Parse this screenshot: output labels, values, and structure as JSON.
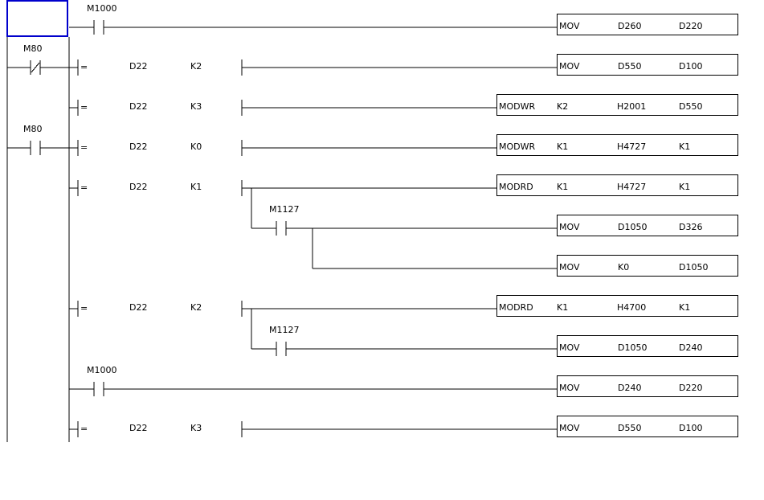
{
  "rungs": [
    {
      "contact": {
        "type": "NO",
        "device": "M1000"
      },
      "instr": {
        "op": "MOV",
        "args": [
          "D260",
          "D220"
        ]
      }
    },
    {
      "contact": {
        "type": "NC",
        "device": "M80"
      },
      "compare": {
        "op": "=",
        "a": "D22",
        "b": "K2"
      },
      "instr": {
        "op": "MOV",
        "args": [
          "D550",
          "D100"
        ]
      }
    },
    {
      "compare": {
        "op": "=",
        "a": "D22",
        "b": "K3"
      },
      "instr": {
        "op": "MODWR",
        "args": [
          "K2",
          "H2001",
          "D550"
        ]
      }
    },
    {
      "contact": {
        "type": "NO",
        "device": "M80"
      },
      "compare": {
        "op": "=",
        "a": "D22",
        "b": "K0"
      },
      "instr": {
        "op": "MODWR",
        "args": [
          "K1",
          "H4727",
          "K1"
        ]
      }
    },
    {
      "compare": {
        "op": "=",
        "a": "D22",
        "b": "K1"
      },
      "instr": {
        "op": "MODRD",
        "args": [
          "K1",
          "H4727",
          "K1"
        ]
      }
    },
    {
      "contact": {
        "type": "NO",
        "device": "M1127"
      },
      "instr": {
        "op": "MOV",
        "args": [
          "D1050",
          "D326"
        ]
      }
    },
    {
      "instr": {
        "op": "MOV",
        "args": [
          "K0",
          "D1050"
        ]
      }
    },
    {
      "compare": {
        "op": "=",
        "a": "D22",
        "b": "K2"
      },
      "instr": {
        "op": "MODRD",
        "args": [
          "K1",
          "H4700",
          "K1"
        ]
      }
    },
    {
      "contact": {
        "type": "NO",
        "device": "M1127"
      },
      "instr": {
        "op": "MOV",
        "args": [
          "D1050",
          "D240"
        ]
      }
    },
    {
      "contact": {
        "type": "NO",
        "device": "M1000"
      },
      "instr": {
        "op": "MOV",
        "args": [
          "D240",
          "D220"
        ]
      }
    },
    {
      "compare": {
        "op": "=",
        "a": "D22",
        "b": "K3"
      },
      "instr": {
        "op": "MOV",
        "args": [
          "D550",
          "D100"
        ]
      }
    }
  ]
}
